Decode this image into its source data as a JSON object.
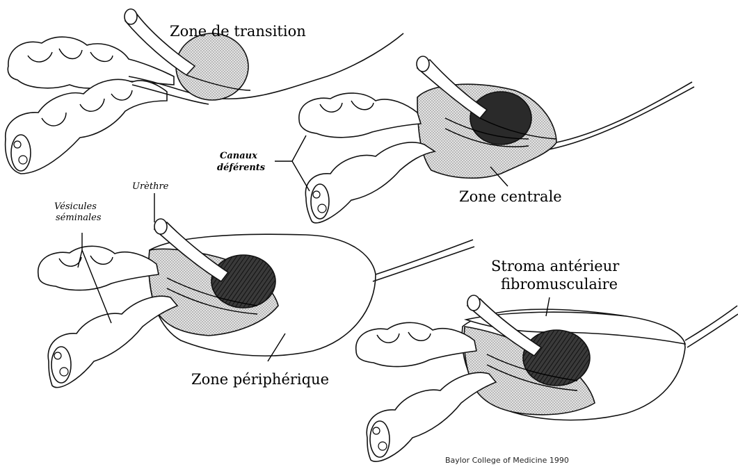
{
  "labels": {
    "zone_transition": "Zone de transition",
    "canaux_line1": "Canaux",
    "canaux_line2": "déférents",
    "zone_centrale": "Zone centrale",
    "urethre": "Urèthre",
    "vesicules_line1": "Vésicules",
    "vesicules_line2": "séminales",
    "stroma_line1": "Stroma antérieur",
    "stroma_line2": "fibromusculaire",
    "zone_peripherique": "Zone périphérique",
    "credit": "Baylor College of Medicine 1990"
  },
  "colors": {
    "ink": "#000000",
    "stipple": "#cfcfcf",
    "dark_fill": "#2a2a2a",
    "paper": "#ffffff"
  }
}
